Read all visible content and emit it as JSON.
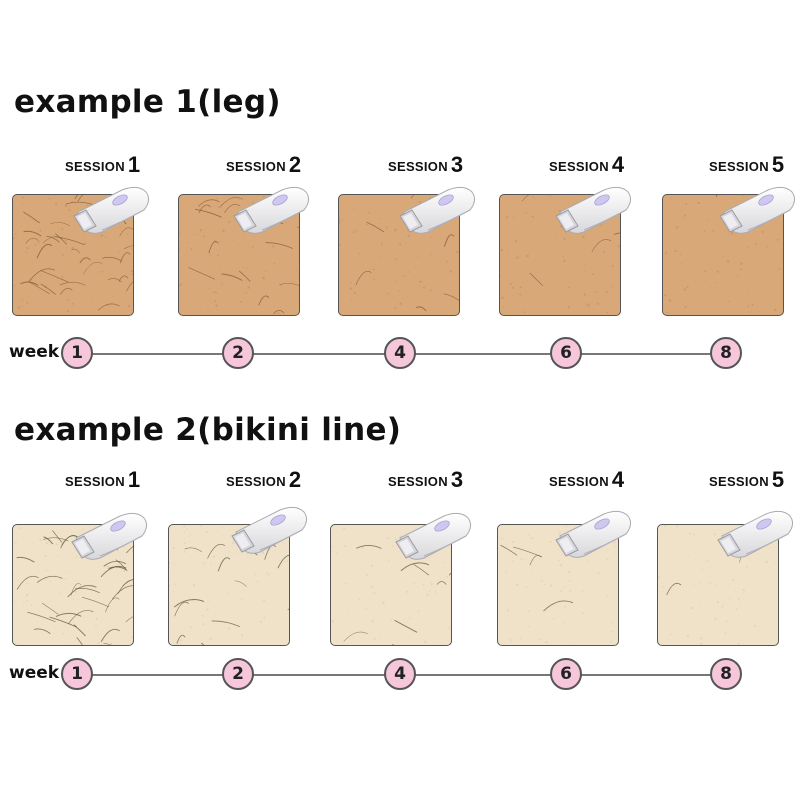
{
  "examples": [
    {
      "title": "example  1(leg)",
      "skin": "leg",
      "sessions": [
        {
          "word": "SESSION",
          "num": "1"
        },
        {
          "word": "SESSION",
          "num": "2"
        },
        {
          "word": "SESSION",
          "num": "3"
        },
        {
          "word": "SESSION",
          "num": "4"
        },
        {
          "word": "SESSION",
          "num": "5"
        }
      ],
      "week_label": "week",
      "weeks": [
        "1",
        "2",
        "4",
        "6",
        "8"
      ]
    },
    {
      "title": "example  2(bikini line)",
      "skin": "bikini",
      "sessions": [
        {
          "word": "SESSION",
          "num": "1"
        },
        {
          "word": "SESSION",
          "num": "2"
        },
        {
          "word": "SESSION",
          "num": "3"
        },
        {
          "word": "SESSION",
          "num": "4"
        },
        {
          "word": "SESSION",
          "num": "5"
        }
      ],
      "week_label": "week",
      "weeks": [
        "1",
        "2",
        "4",
        "6",
        "8"
      ]
    }
  ],
  "colors": {
    "leg_skin": "#d8a878",
    "bikini_skin": "#efe2c8",
    "node_fill": "#f6c6db",
    "hair_leg": "#7a5534",
    "hair_bikini": "#5a5040"
  }
}
